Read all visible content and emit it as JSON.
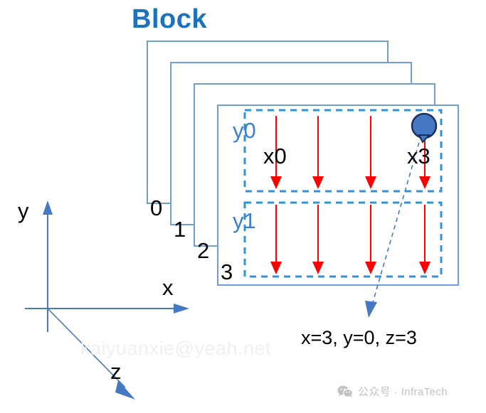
{
  "title": "Block",
  "layers": [
    {
      "label": "0"
    },
    {
      "label": "1"
    },
    {
      "label": "2"
    },
    {
      "label": "3"
    }
  ],
  "rows": [
    {
      "y_label": "y0",
      "first_x_label": "x0",
      "last_x_label": "x3",
      "arrow_count": 4
    },
    {
      "y_label": "y1",
      "first_x_label": "",
      "last_x_label": "",
      "arrow_count": 4
    }
  ],
  "axes": {
    "y_label": "y",
    "x_label": "x",
    "z_label": "z"
  },
  "callout": {
    "text": "x=3, y=0, z=3",
    "marker": "thread-marker"
  },
  "watermark": "kaiyuanxie@yeah.net",
  "brand": {
    "icon": "wechat-icon",
    "text": "公众号 · InfraTech"
  },
  "colors": {
    "title_blue": "#1b72bd",
    "layer_border": "#6f9edd",
    "dashed_blue": "#2e93d9",
    "arrow_red": "#ff0000",
    "marker_fill": "#4679c4",
    "marker_stroke": "#1a2f5e",
    "axis_blue": "#4679c4",
    "label_blue": "#3f7fd0",
    "watermark_gray": "#f0eff2",
    "brand_gray": "#c2c2c2"
  }
}
